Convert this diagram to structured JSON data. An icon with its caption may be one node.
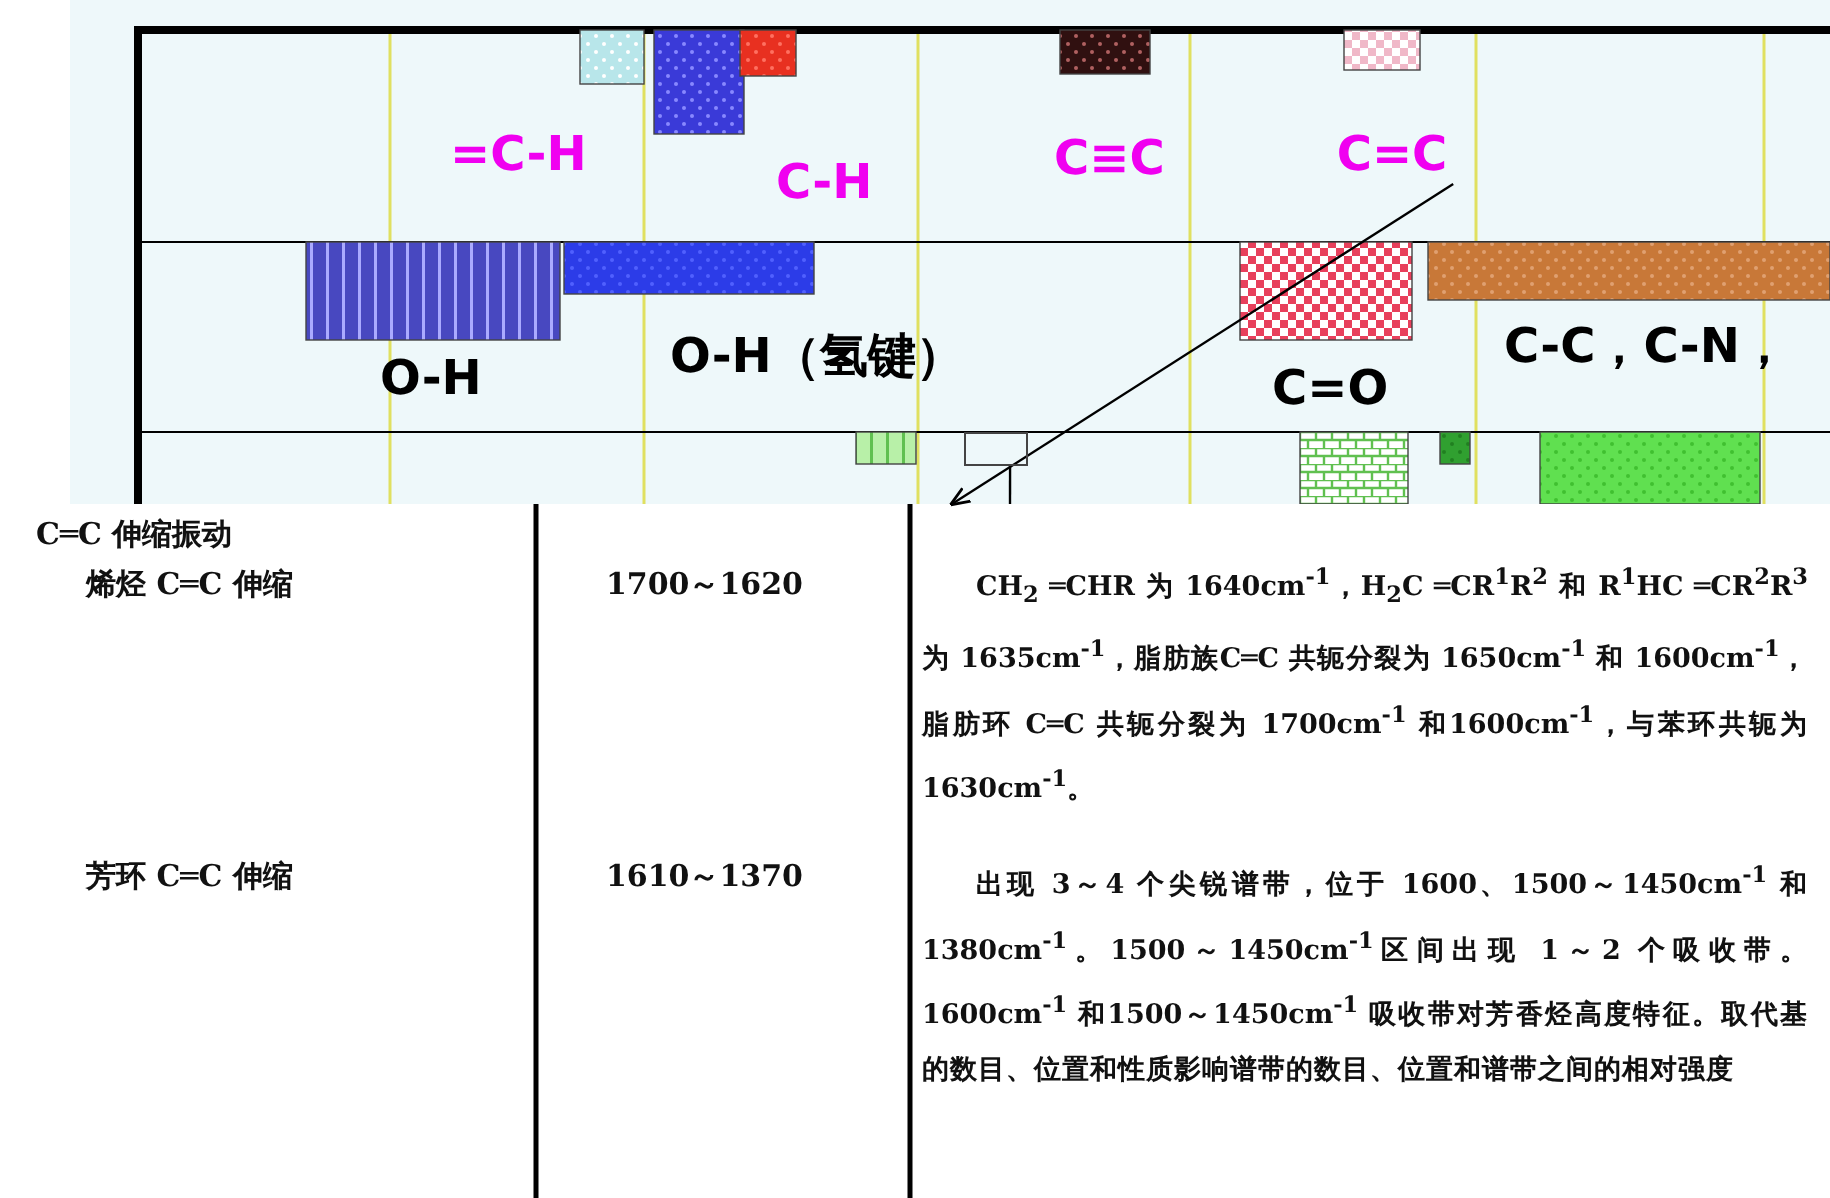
{
  "diagram": {
    "nodes": [
      {
        "text": [
          "C=C"
        ]
      },
      {
        "text": [],
        "shape": "box"
      },
      {
        "text": [],
        "shape": "box"
      }
    ],
    "edges": [
      {
        "from": 0,
        "to": 2,
        "arrow": "to"
      },
      {
        "from": 1,
        "to": 2,
        "arrow": "none"
      }
    ],
    "labels": [
      "=C-H",
      "C-H",
      "C≡C",
      "O-H",
      "O-H（氢键）",
      "C=O",
      "C-C，C-N，",
      "C═C 伸缩振动",
      "烯烃 C═C 伸缩",
      "1700～1620",
      "CH$_{2}$ ═CHR 为 1640cm$^{-1}$，H$_{2}$C ═CR$^{1}$R$^{2}$ 和 R$^{1}$HC ═CR$^{2}$R$^{3}$ 为 1635cm$^{-1}$，脂肪族C═C 共轭分裂为 1650cm$^{-1}$ 和 1600cm$^{-1}$，脂肪环 C═C 共轭分裂为 1700cm$^{-1}$ 和1600cm$^{-1}$，与苯环共轭为 1630cm$^{-1}$。",
      "芳环 C═C 伸缩",
      "1610～1370",
      "出现 3～4 个尖锐谱带，位于 1600、1500～1450cm$^{-1}$ 和 1380cm$^{-1}$。1500～1450cm$^{-1}$区间出现 1～2 个吸收带。1600cm$^{-1}$ 和1500～1450cm$^{-1}$ 吸收带对芳香烃高度特征。取代基的数目、位置和性质影响谱带的数目、位置和谱带之间的相对强度"
    ]
  }
}
